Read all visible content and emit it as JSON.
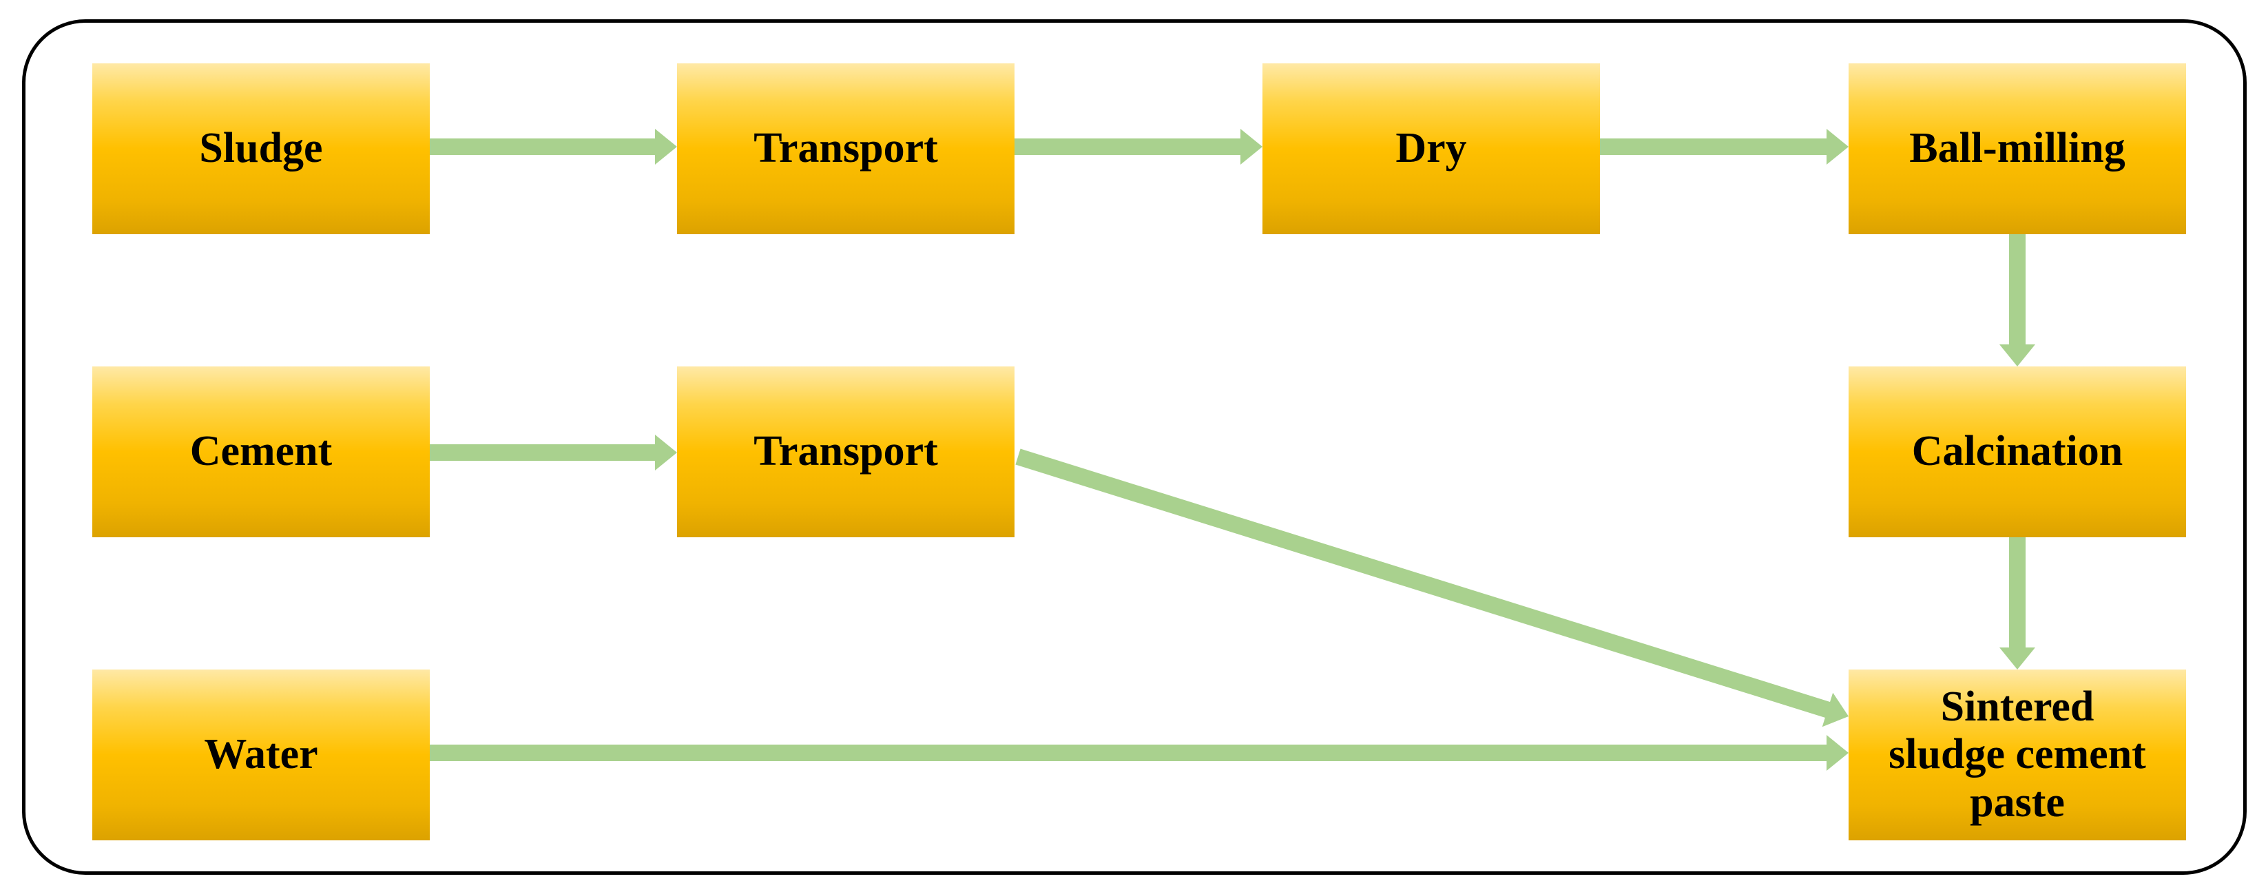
{
  "diagram": {
    "nodes": [
      {
        "id": "sludge",
        "label": "Sludge"
      },
      {
        "id": "transport-1",
        "label": "Transport"
      },
      {
        "id": "dry",
        "label": "Dry"
      },
      {
        "id": "ball-milling",
        "label": "Ball-milling"
      },
      {
        "id": "cement",
        "label": "Cement"
      },
      {
        "id": "transport-2",
        "label": "Transport"
      },
      {
        "id": "calcination",
        "label": "Calcination"
      },
      {
        "id": "water",
        "label": "Water"
      },
      {
        "id": "sintered-paste",
        "label_lines": [
          "Sintered",
          "sludge cement",
          "paste"
        ]
      }
    ],
    "edges": [
      {
        "from": "sludge",
        "to": "transport-1"
      },
      {
        "from": "transport-1",
        "to": "dry"
      },
      {
        "from": "dry",
        "to": "ball-milling"
      },
      {
        "from": "ball-milling",
        "to": "calcination"
      },
      {
        "from": "cement",
        "to": "transport-2"
      },
      {
        "from": "transport-2",
        "to": "sintered-paste"
      },
      {
        "from": "calcination",
        "to": "sintered-paste"
      },
      {
        "from": "water",
        "to": "sintered-paste"
      }
    ],
    "colors": {
      "arrow": "#a9d18e",
      "box_top": "#ffe9a6",
      "box_mid": "#ffc000",
      "box_bottom": "#dca200",
      "frame": "#000000"
    }
  }
}
